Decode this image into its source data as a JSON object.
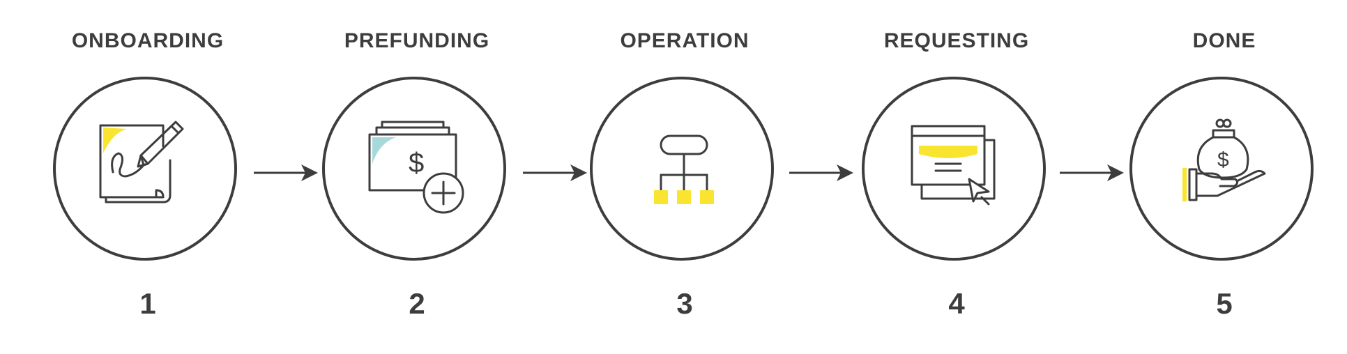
{
  "colors": {
    "stroke": "#3d3d3d",
    "yellow": "#f9e52f",
    "teal": "#a6d8dc"
  },
  "steps": [
    {
      "label": "ONBOARDING",
      "number": "1",
      "icon": "signed-document-icon"
    },
    {
      "label": "PREFUNDING",
      "number": "2",
      "icon": "add-money-icon"
    },
    {
      "label": "OPERATION",
      "number": "3",
      "icon": "hierarchy-icon"
    },
    {
      "label": "REQUESTING",
      "number": "4",
      "icon": "browser-click-icon"
    },
    {
      "label": "DONE",
      "number": "5",
      "icon": "money-bag-hand-icon"
    }
  ]
}
